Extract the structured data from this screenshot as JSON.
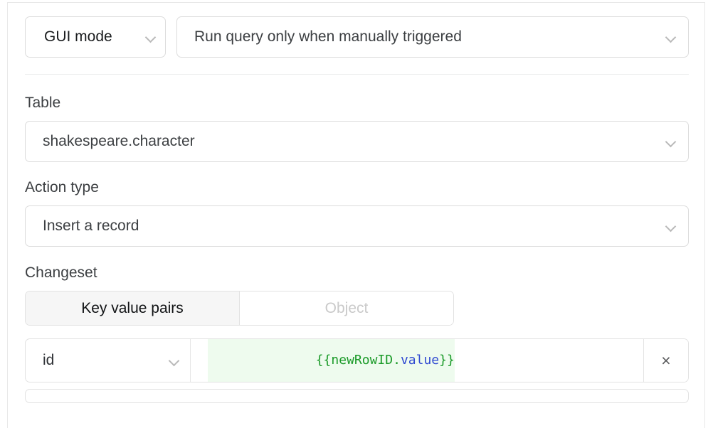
{
  "panel": {
    "mode_select": {
      "value": "GUI mode",
      "icon": "chevron-down-icon"
    },
    "trigger_select": {
      "value": "Run query only when manually triggered",
      "icon": "chevron-down-icon"
    },
    "table_field": {
      "label": "Table",
      "value": "shakespeare.character",
      "icon": "chevron-down-icon"
    },
    "action_type_field": {
      "label": "Action type",
      "value": "Insert a record",
      "icon": "chevron-down-icon"
    },
    "changeset": {
      "label": "Changeset",
      "tabs": [
        {
          "label": "Key value pairs",
          "selected": true
        },
        {
          "label": "Object",
          "selected": false
        }
      ],
      "rows": [
        {
          "key": "id",
          "key_icon": "chevron-down-icon",
          "value_tokens": [
            {
              "text": "{{newRowID.",
              "color": "#1a9a28"
            },
            {
              "text": "value",
              "color": "#2f49d1"
            },
            {
              "text": "}}",
              "color": "#1a9a28"
            }
          ],
          "value_plain": "{{newRowID.value}}",
          "remove_label": "×"
        }
      ]
    }
  },
  "colors": {
    "border": "#e2e2e2",
    "divider": "#eceded",
    "text_primary": "#3c3f42",
    "text_muted": "#cacaca",
    "code_bg": "#eefbee",
    "code_green": "#1a9a28",
    "code_blue": "#2f49d1",
    "tab_active_bg": "#f6f6f6"
  }
}
